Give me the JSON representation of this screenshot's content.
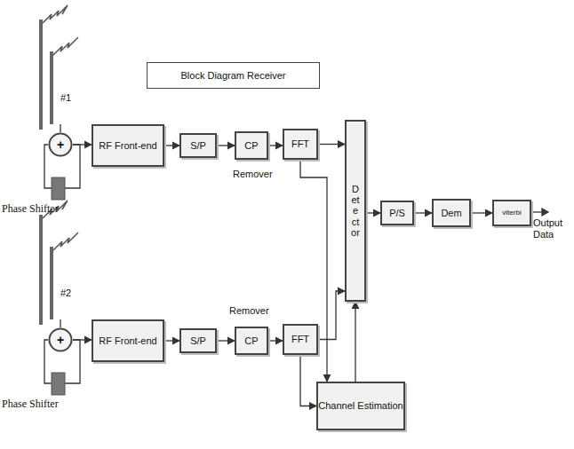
{
  "diagram": {
    "title": "Block Diagram Receiver",
    "nodes": [
      {
        "text": [
          "+"
        ]
      },
      {
        "text": [
          "RF Front-end"
        ]
      },
      {
        "text": [
          "S/P"
        ]
      },
      {
        "text": [
          "CP"
        ]
      },
      {
        "text": [
          "FFT"
        ]
      },
      {
        "text": [
          "Detector"
        ]
      },
      {
        "text": [
          "P/S"
        ]
      },
      {
        "text": [
          "Dem"
        ]
      },
      {
        "text": [
          "viterbi"
        ]
      },
      {
        "text": [
          "+"
        ]
      },
      {
        "text": [
          "RF Front-end"
        ]
      },
      {
        "text": [
          "S/P"
        ]
      },
      {
        "text": [
          "CP"
        ]
      },
      {
        "text": [
          "FFT"
        ]
      },
      {
        "text": [
          "Channel Estimation"
        ]
      }
    ],
    "edges": [
      {
        "from": 0,
        "to": 1,
        "arrow": "to"
      },
      {
        "from": 1,
        "to": 2,
        "arrow": "to"
      },
      {
        "from": 2,
        "to": 3,
        "arrow": "to"
      },
      {
        "from": 3,
        "to": 4,
        "arrow": "to"
      },
      {
        "from": 4,
        "to": 5,
        "arrow": "to"
      },
      {
        "from": 5,
        "to": 6,
        "arrow": "to"
      },
      {
        "from": 6,
        "to": 7,
        "arrow": "to"
      },
      {
        "from": 7,
        "to": 8,
        "arrow": "to"
      },
      {
        "from": 9,
        "to": 10,
        "arrow": "to"
      },
      {
        "from": 10,
        "to": 11,
        "arrow": "to"
      },
      {
        "from": 11,
        "to": 12,
        "arrow": "to"
      },
      {
        "from": 12,
        "to": 13,
        "arrow": "to"
      },
      {
        "from": 13,
        "to": 5,
        "arrow": "to"
      },
      {
        "from": 4,
        "to": 14,
        "arrow": "to"
      },
      {
        "from": 13,
        "to": 14,
        "arrow": "to"
      },
      {
        "from": 14,
        "to": 5,
        "arrow": "to"
      }
    ],
    "labels": [
      "#1",
      "Remover",
      "Phase Shifter",
      "Output Data",
      "#2",
      "Remover",
      "Phase Shifter"
    ]
  }
}
